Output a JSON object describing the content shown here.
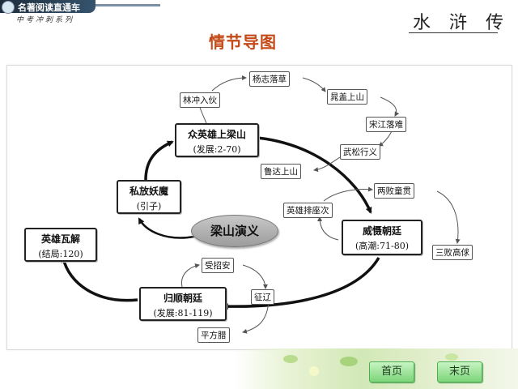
{
  "banner": {
    "title": "名著阅读直通车",
    "subtitle": "中考冲刺系列"
  },
  "book_title": "水 浒 传",
  "section_title": "情节导图",
  "diagram": {
    "center": "梁山演义",
    "major_nodes": {
      "yingxiong_wajie": {
        "line1": "英雄瓦解",
        "line2": "(结局:120)"
      },
      "sifang_yaomo": {
        "line1": "私放妖魔",
        "line2": "(引子)"
      },
      "zhong_yingxiong": {
        "line1": "众英雄上梁山",
        "line2": "(发展:2-70)"
      },
      "weishe_chaoting": {
        "line1": "威慑朝廷",
        "line2": "(高潮:71-80)"
      },
      "guishun_chaoting": {
        "line1": "归顺朝廷",
        "line2": "(发展:81-119)"
      }
    },
    "minor_nodes": {
      "linchong": "林冲入伙",
      "yangzhi": "杨志落草",
      "chaogai": "晁盖上山",
      "songjiang": "宋江落难",
      "wusong": "武松行义",
      "luda": "鲁达上山",
      "liangbai": "两败童贯",
      "yingxiong_paizuo": "英雄排座次",
      "sanbai": "三败高俅",
      "shouzhaoan": "受招安",
      "zhengliao": "征辽",
      "pingfangla": "平方腊"
    }
  },
  "nav": {
    "first_page": "首页",
    "last_page": "末页"
  },
  "colors": {
    "section_title": "#c44a17",
    "button_fill": "#7dd47a",
    "banner_dark": "#1d2d3c"
  }
}
